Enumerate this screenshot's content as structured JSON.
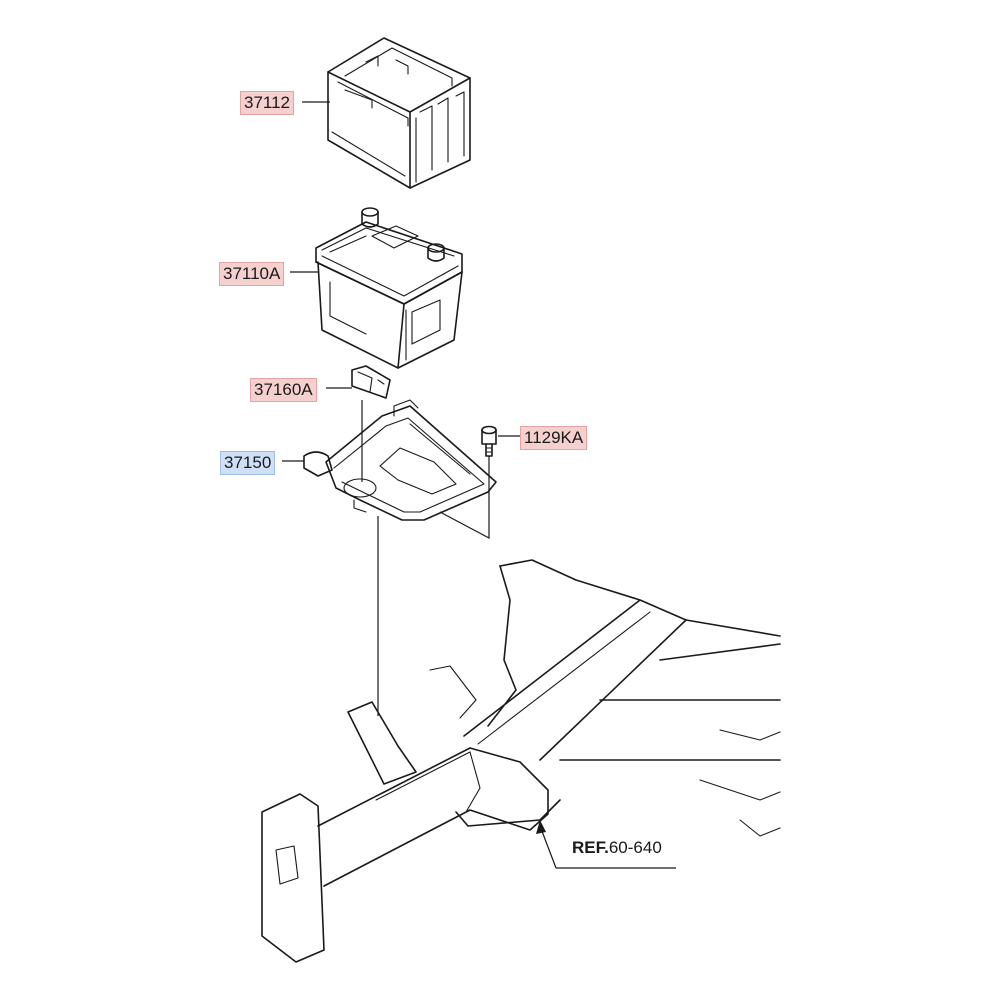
{
  "colors": {
    "label_fill": "#f6cfcf",
    "label_border": "#e5a3a3",
    "highlight_fill": "#cfe0f6",
    "highlight_border": "#9fbde6"
  },
  "labels": {
    "tray_cover": "37112",
    "battery": "37110A",
    "clamp": "37160A",
    "tray": "37150",
    "bolt": "1129KA"
  },
  "reference": {
    "prefix": "REF.",
    "code": "60-640"
  }
}
